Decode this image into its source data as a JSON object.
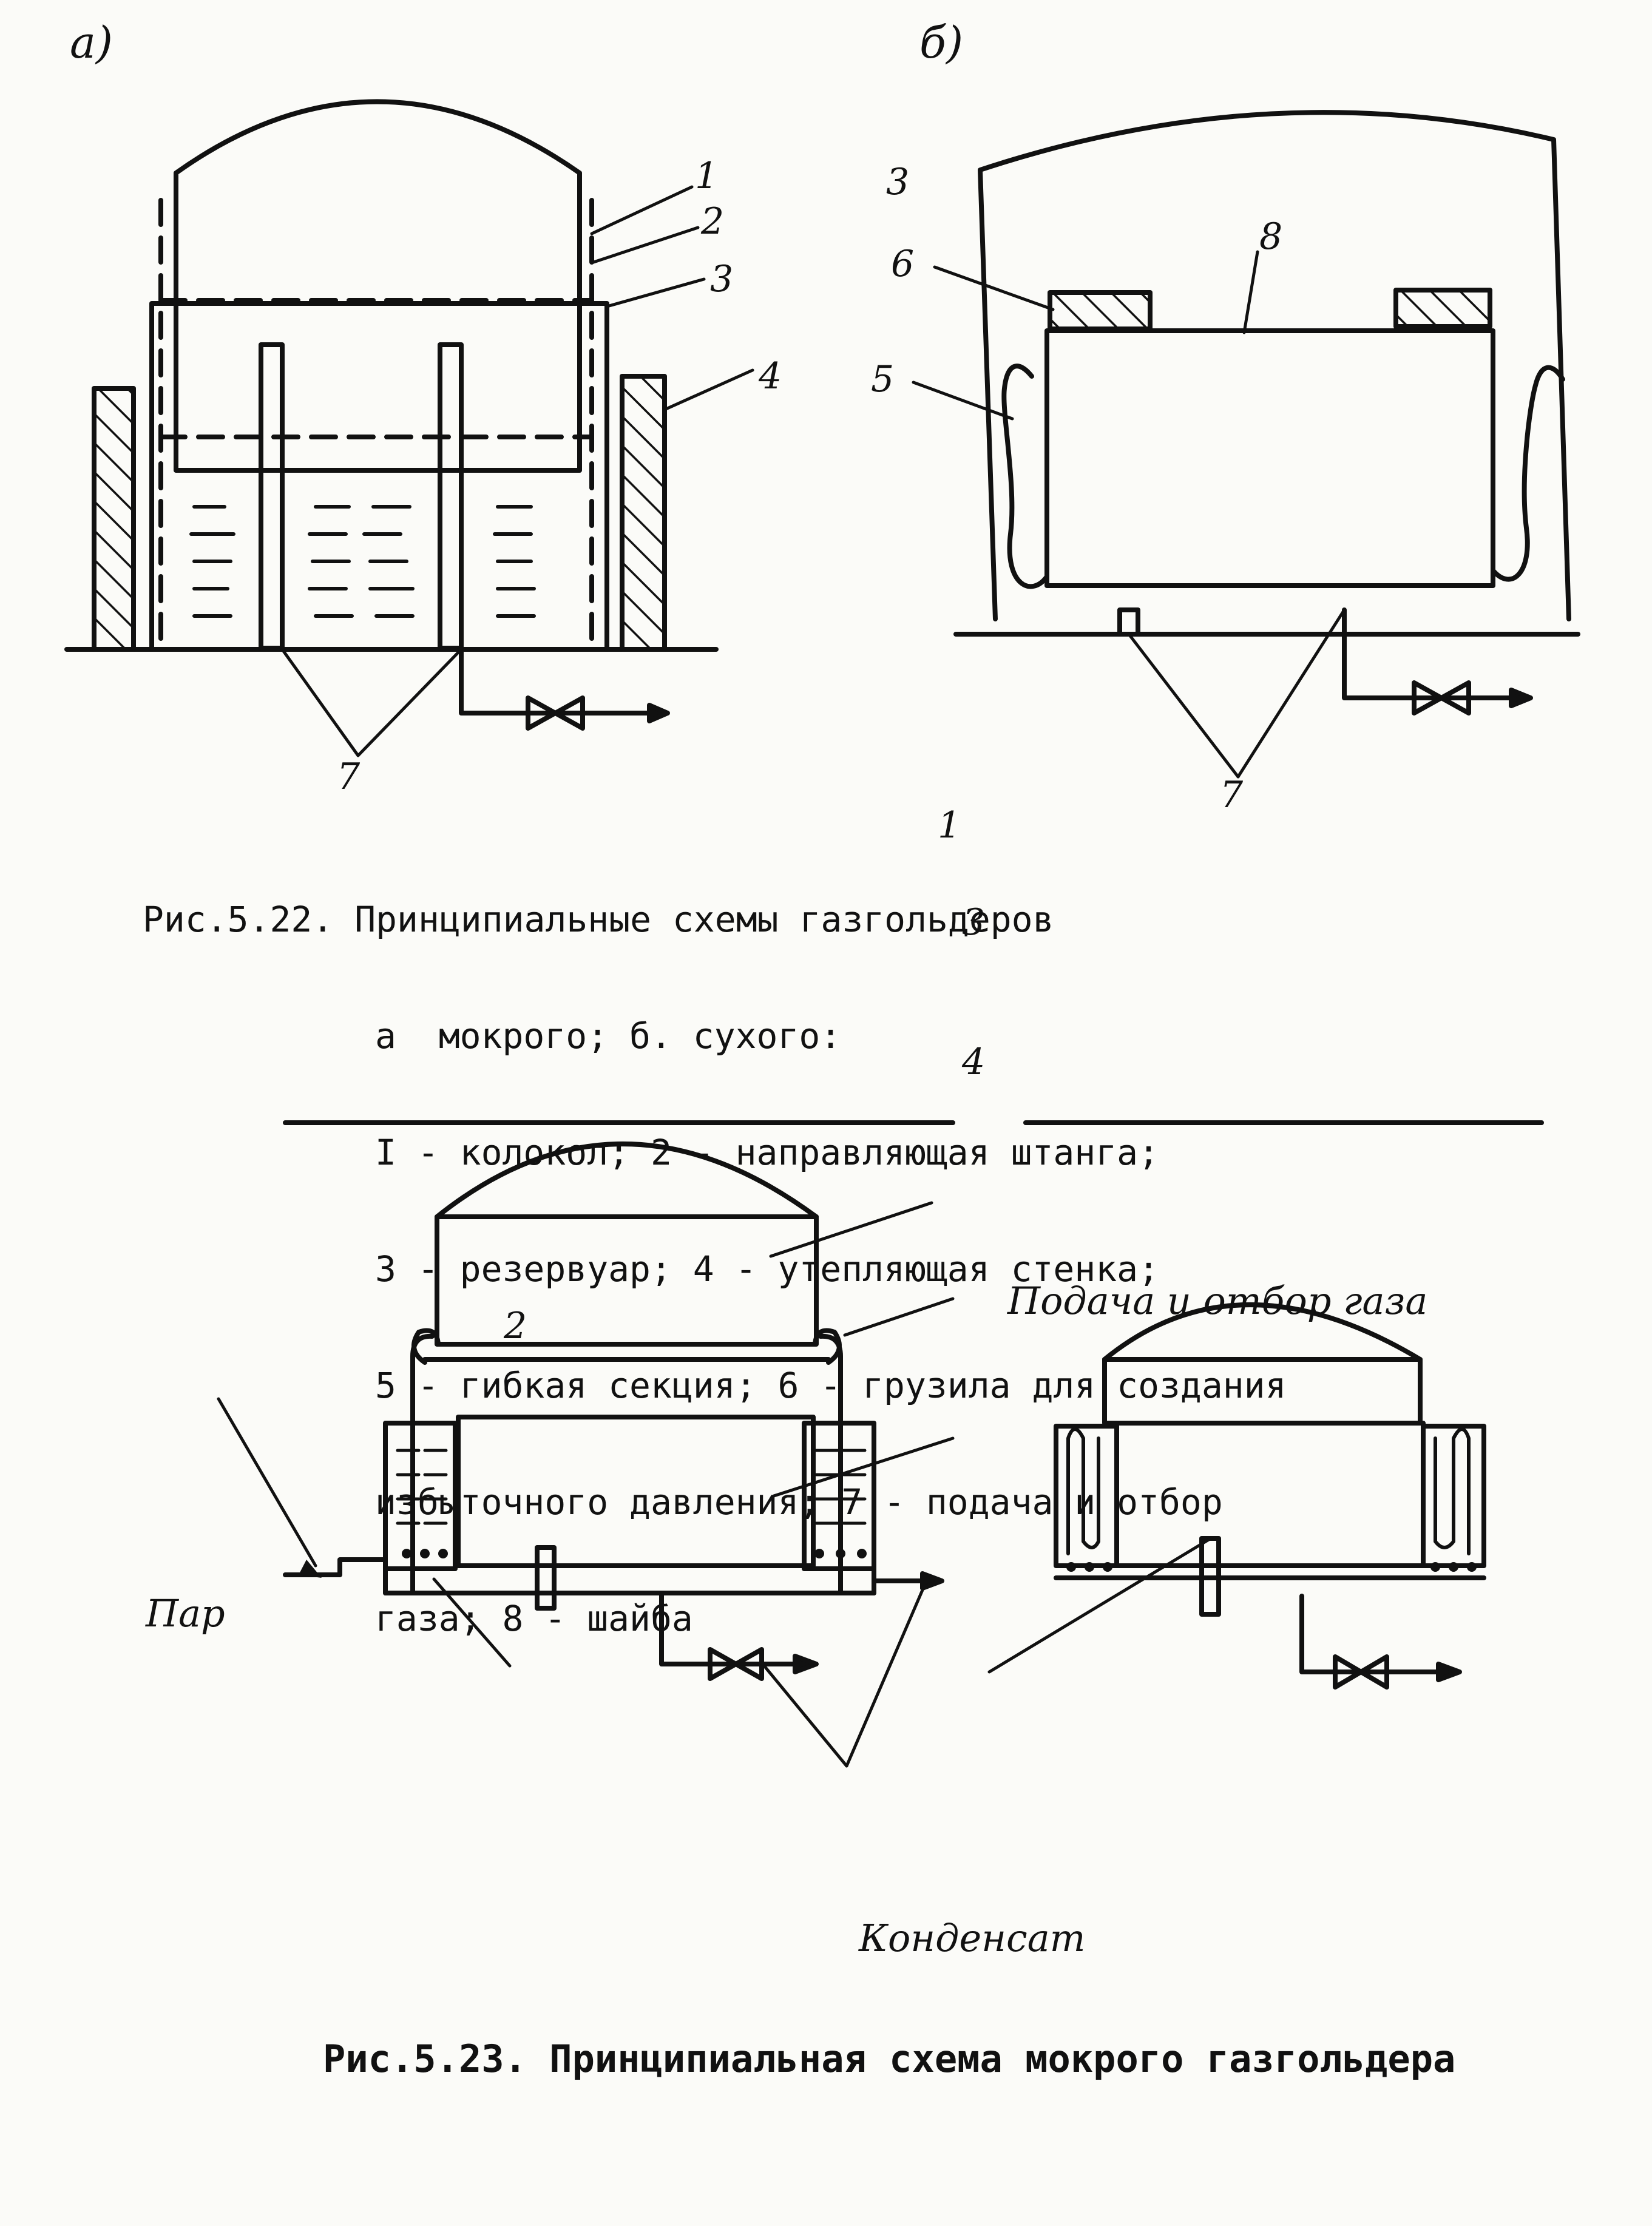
{
  "figure1": {
    "panel_a_label": "а)",
    "panel_b_label": "б)",
    "callouts_a": [
      "1",
      "2",
      "3",
      "4",
      "7"
    ],
    "callouts_b": [
      "3",
      "8",
      "6",
      "5",
      "7"
    ],
    "caption_title": "Рис.5.22. Принципиальные схемы газгольдеров",
    "caption_lines": [
      "а  мокрого; б. сухого:",
      "I - колокол; 2 - направляющая штанга;",
      "3 - резервуар; 4 - утепляющая стенка;",
      "5 - гибкая секция; 6 - грузила для создания",
      "избыточного давления; 7 - подача и отбор",
      "газа; 8 - шайба"
    ]
  },
  "figure2": {
    "label_gas": "Подача и отбор газа",
    "label_steam": "Пар",
    "label_condensate": "Конденсат",
    "callouts": [
      "1",
      "3",
      "4",
      "2"
    ],
    "caption": "Рис.5.23. Принципиальная схема мокрого газгольдера"
  },
  "colors": {
    "ink": "#111111",
    "paper": "#fbfbf8"
  }
}
